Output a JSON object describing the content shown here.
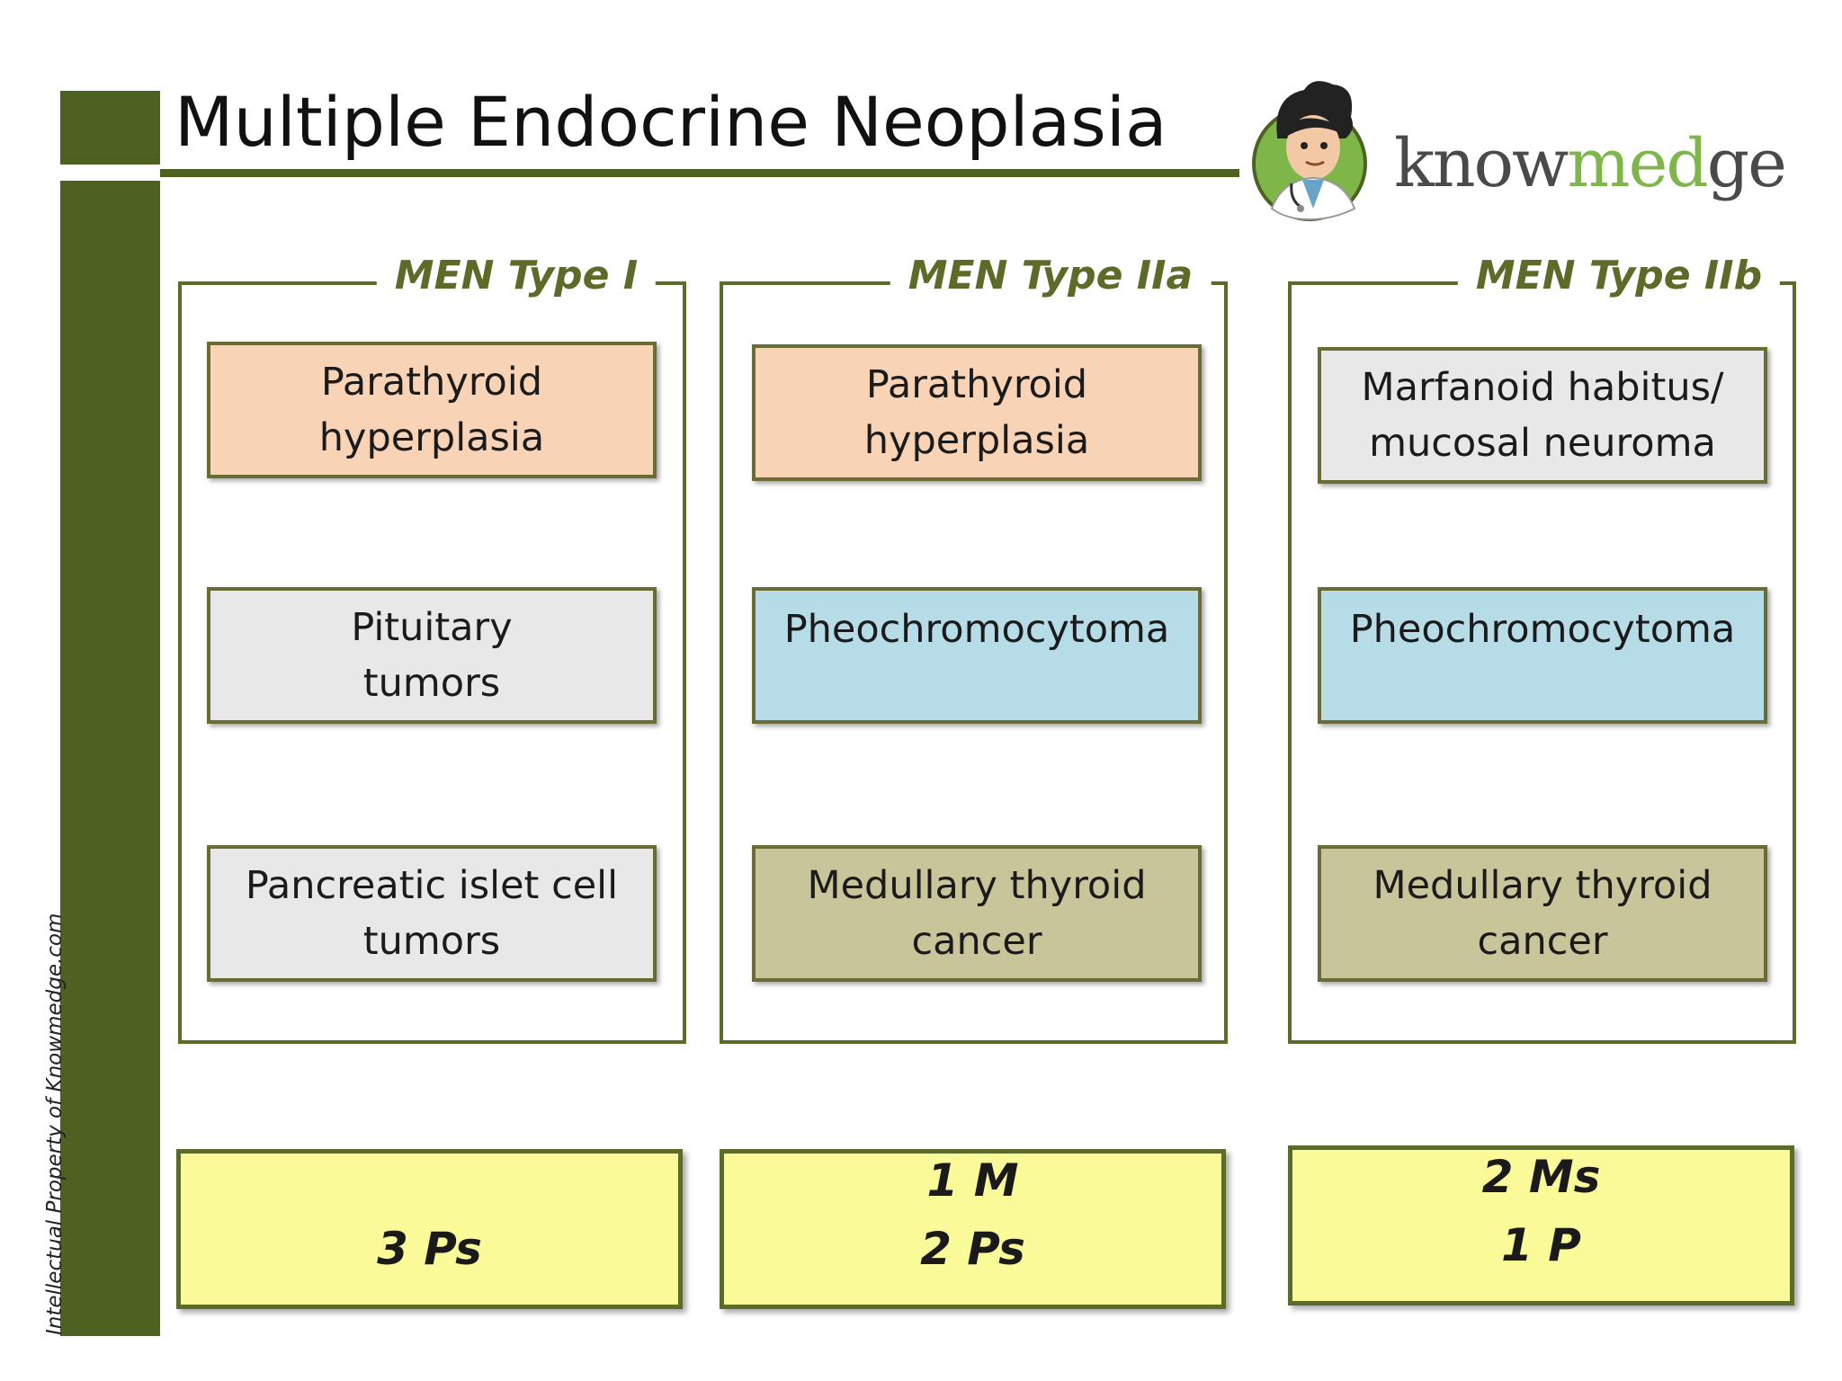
{
  "title": "Multiple Endocrine Neoplasia",
  "brand": {
    "prefix": "know",
    "accent": "med",
    "suffix": "ge",
    "accent_color": "#7fb64a",
    "icon": "doctor-avatar-icon"
  },
  "side_note": "Intellectual Property of Knowmedge.com",
  "colors": {
    "frame_green": "#4d6220",
    "parathyroid": "#f9d3b6",
    "neutral": "#e8e8e8",
    "pheo": "#b6dce8",
    "medullary": "#c9c59b",
    "summary": "#fafa98"
  },
  "groups": [
    {
      "title": "MEN Type I",
      "items": [
        {
          "label": "Parathyroid\nhyperplasia",
          "color": "#f9d3b6"
        },
        {
          "label": "Pituitary\ntumors",
          "color": "#e8e8e8"
        },
        {
          "label": "Pancreatic islet cell\ntumors",
          "color": "#e8e8e8"
        }
      ],
      "summary": "3 Ps"
    },
    {
      "title": "MEN Type IIa",
      "items": [
        {
          "label": "Parathyroid\nhyperplasia",
          "color": "#f9d3b6"
        },
        {
          "label": "Pheochromocytoma",
          "color": "#b6dce8"
        },
        {
          "label": "Medullary thyroid\ncancer",
          "color": "#c9c59b"
        }
      ],
      "summary": "1 M\n2 Ps"
    },
    {
      "title": "MEN Type IIb",
      "items": [
        {
          "label": "Marfanoid habitus/\nmucosal neuroma",
          "color": "#e8e8e8"
        },
        {
          "label": "Pheochromocytoma",
          "color": "#b6dce8"
        },
        {
          "label": "Medullary thyroid\ncancer",
          "color": "#c9c59b"
        }
      ],
      "summary": "2 Ms\n1 P"
    }
  ]
}
